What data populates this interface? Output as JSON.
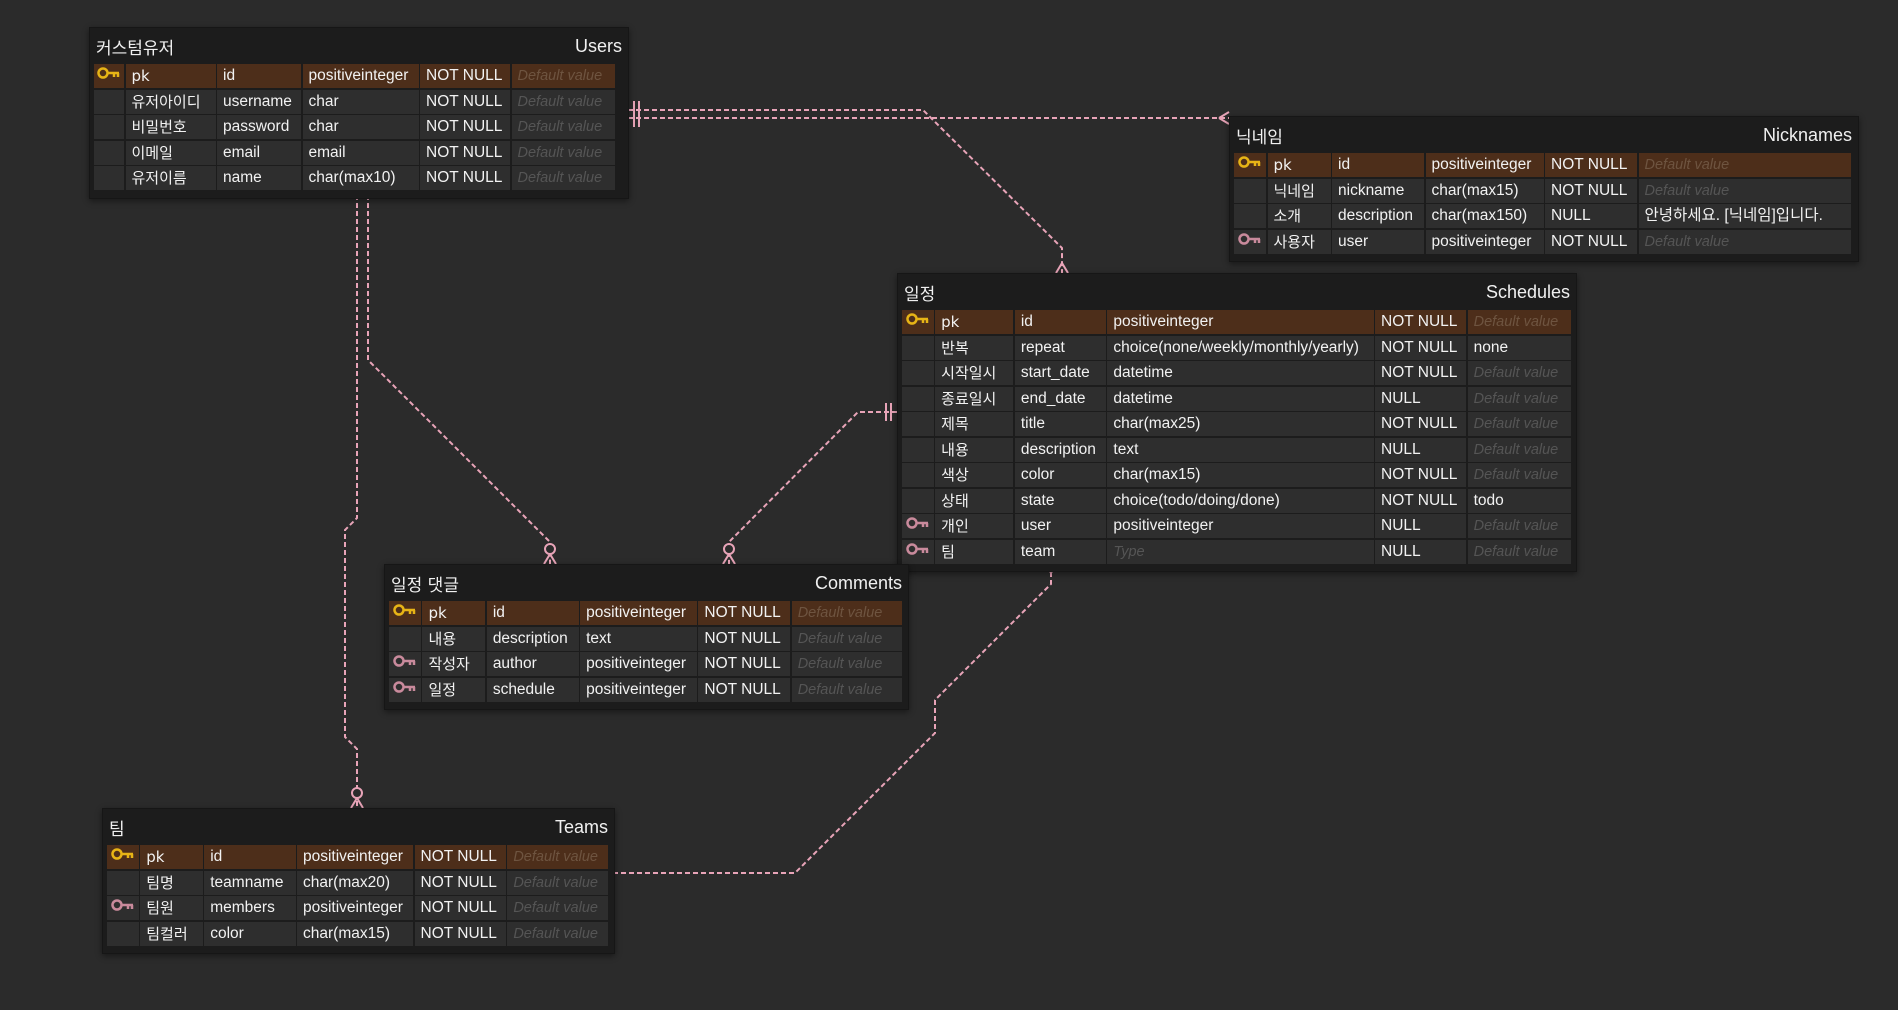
{
  "colors": {
    "background": "#2b2b2b",
    "entity": "#1c1c1c",
    "cell": "#2e2e2e",
    "pk_row": "#4d2e1a",
    "relation": "#e8a4b8",
    "pk_key": "#e7b416",
    "fk_key": "#c98a9c"
  },
  "entities": {
    "users": {
      "ko": "커스텀유저",
      "en": "Users",
      "rows": [
        {
          "key": "pk-icon",
          "label": "pk",
          "name": "id",
          "type": "positiveinteger",
          "nullable": "NOT NULL",
          "default": "Default value",
          "default_ph": true
        },
        {
          "key": "",
          "label": "유저아이디",
          "name": "username",
          "type": "char",
          "nullable": "NOT NULL",
          "default": "Default value",
          "default_ph": true
        },
        {
          "key": "",
          "label": "비밀번호",
          "name": "password",
          "type": "char",
          "nullable": "NOT NULL",
          "default": "Default value",
          "default_ph": true
        },
        {
          "key": "",
          "label": "이메일",
          "name": "email",
          "type": "email",
          "nullable": "NOT NULL",
          "default": "Default value",
          "default_ph": true
        },
        {
          "key": "",
          "label": "유저이름",
          "name": "name",
          "type": "char(max10)",
          "nullable": "NOT NULL",
          "default": "Default value",
          "default_ph": true
        }
      ]
    },
    "nicknames": {
      "ko": "닉네임",
      "en": "Nicknames",
      "rows": [
        {
          "key": "pk-icon",
          "label": "pk",
          "name": "id",
          "type": "positiveinteger",
          "nullable": "NOT NULL",
          "default": "Default value",
          "default_ph": true
        },
        {
          "key": "",
          "label": "닉네임",
          "name": "nickname",
          "type": "char(max15)",
          "nullable": "NOT NULL",
          "default": "Default value",
          "default_ph": true
        },
        {
          "key": "",
          "label": "소개",
          "name": "description",
          "type": "char(max150)",
          "nullable": "NULL",
          "default": "안녕하세요. [닉네임]입니다.",
          "default_ph": false
        },
        {
          "key": "fk-icon",
          "label": "사용자",
          "name": "user",
          "type": "positiveinteger",
          "nullable": "NOT NULL",
          "default": "Default value",
          "default_ph": true
        }
      ]
    },
    "schedules": {
      "ko": "일정",
      "en": "Schedules",
      "rows": [
        {
          "key": "pk-icon",
          "label": "pk",
          "name": "id",
          "type": "positiveinteger",
          "nullable": "NOT NULL",
          "default": "Default value",
          "default_ph": true
        },
        {
          "key": "",
          "label": "반복",
          "name": "repeat",
          "type": "choice(none/weekly/monthly/yearly)",
          "nullable": "NOT NULL",
          "default": "none",
          "default_ph": false
        },
        {
          "key": "",
          "label": "시작일시",
          "name": "start_date",
          "type": "datetime",
          "nullable": "NOT NULL",
          "default": "Default value",
          "default_ph": true
        },
        {
          "key": "",
          "label": "종료일시",
          "name": "end_date",
          "type": "datetime",
          "nullable": "NULL",
          "default": "Default value",
          "default_ph": true
        },
        {
          "key": "",
          "label": "제목",
          "name": "title",
          "type": "char(max25)",
          "nullable": "NOT NULL",
          "default": "Default value",
          "default_ph": true
        },
        {
          "key": "",
          "label": "내용",
          "name": "description",
          "type": "text",
          "nullable": "NULL",
          "default": "Default value",
          "default_ph": true
        },
        {
          "key": "",
          "label": "색상",
          "name": "color",
          "type": "char(max15)",
          "nullable": "NOT NULL",
          "default": "Default value",
          "default_ph": true
        },
        {
          "key": "",
          "label": "상태",
          "name": "state",
          "type": "choice(todo/doing/done)",
          "nullable": "NOT NULL",
          "default": "todo",
          "default_ph": false
        },
        {
          "key": "fk-icon",
          "label": "개인",
          "name": "user",
          "type": "positiveinteger",
          "nullable": "NULL",
          "default": "Default value",
          "default_ph": true
        },
        {
          "key": "fk-icon",
          "label": "팀",
          "name": "team",
          "type": "Type",
          "type_ph": true,
          "nullable": "NULL",
          "default": "Default value",
          "default_ph": true
        }
      ]
    },
    "comments": {
      "ko": "일정 댓글",
      "en": "Comments",
      "rows": [
        {
          "key": "pk-icon",
          "label": "pk",
          "name": "id",
          "type": "positiveinteger",
          "nullable": "NOT NULL",
          "default": "Default value",
          "default_ph": true
        },
        {
          "key": "",
          "label": "내용",
          "name": "description",
          "type": "text",
          "nullable": "NOT NULL",
          "default": "Default value",
          "default_ph": true
        },
        {
          "key": "fk-icon",
          "label": "작성자",
          "name": "author",
          "type": "positiveinteger",
          "nullable": "NOT NULL",
          "default": "Default value",
          "default_ph": true
        },
        {
          "key": "fk-icon",
          "label": "일정",
          "name": "schedule",
          "type": "positiveinteger",
          "nullable": "NOT NULL",
          "default": "Default value",
          "default_ph": true
        }
      ]
    },
    "teams": {
      "ko": "팀",
      "en": "Teams",
      "rows": [
        {
          "key": "pk-icon",
          "label": "pk",
          "name": "id",
          "type": "positiveinteger",
          "nullable": "NOT NULL",
          "default": "Default value",
          "default_ph": true
        },
        {
          "key": "",
          "label": "팀명",
          "name": "teamname",
          "type": "char(max20)",
          "nullable": "NOT NULL",
          "default": "Default value",
          "default_ph": true
        },
        {
          "key": "fk-icon",
          "label": "팀원",
          "name": "members",
          "type": "positiveinteger",
          "nullable": "NOT NULL",
          "default": "Default value",
          "default_ph": true
        },
        {
          "key": "",
          "label": "팀컬러",
          "name": "color",
          "type": "char(max15)",
          "nullable": "NOT NULL",
          "default": "Default value",
          "default_ph": true
        }
      ]
    }
  },
  "relations": [
    {
      "from": "users",
      "to": "nicknames",
      "from_end": "one",
      "to_end": "many"
    },
    {
      "from": "users",
      "to": "schedules",
      "from_end": "one",
      "to_end": "many"
    },
    {
      "from": "users",
      "to": "comments",
      "from_end": "one",
      "to_end": "zero-or-many"
    },
    {
      "from": "users",
      "to": "teams",
      "from_end": "one",
      "to_end": "zero-or-many"
    },
    {
      "from": "schedules",
      "to": "comments",
      "from_end": "one",
      "to_end": "zero-or-many"
    },
    {
      "from": "teams",
      "to": "schedules",
      "from_end": "one",
      "to_end": "many"
    }
  ]
}
